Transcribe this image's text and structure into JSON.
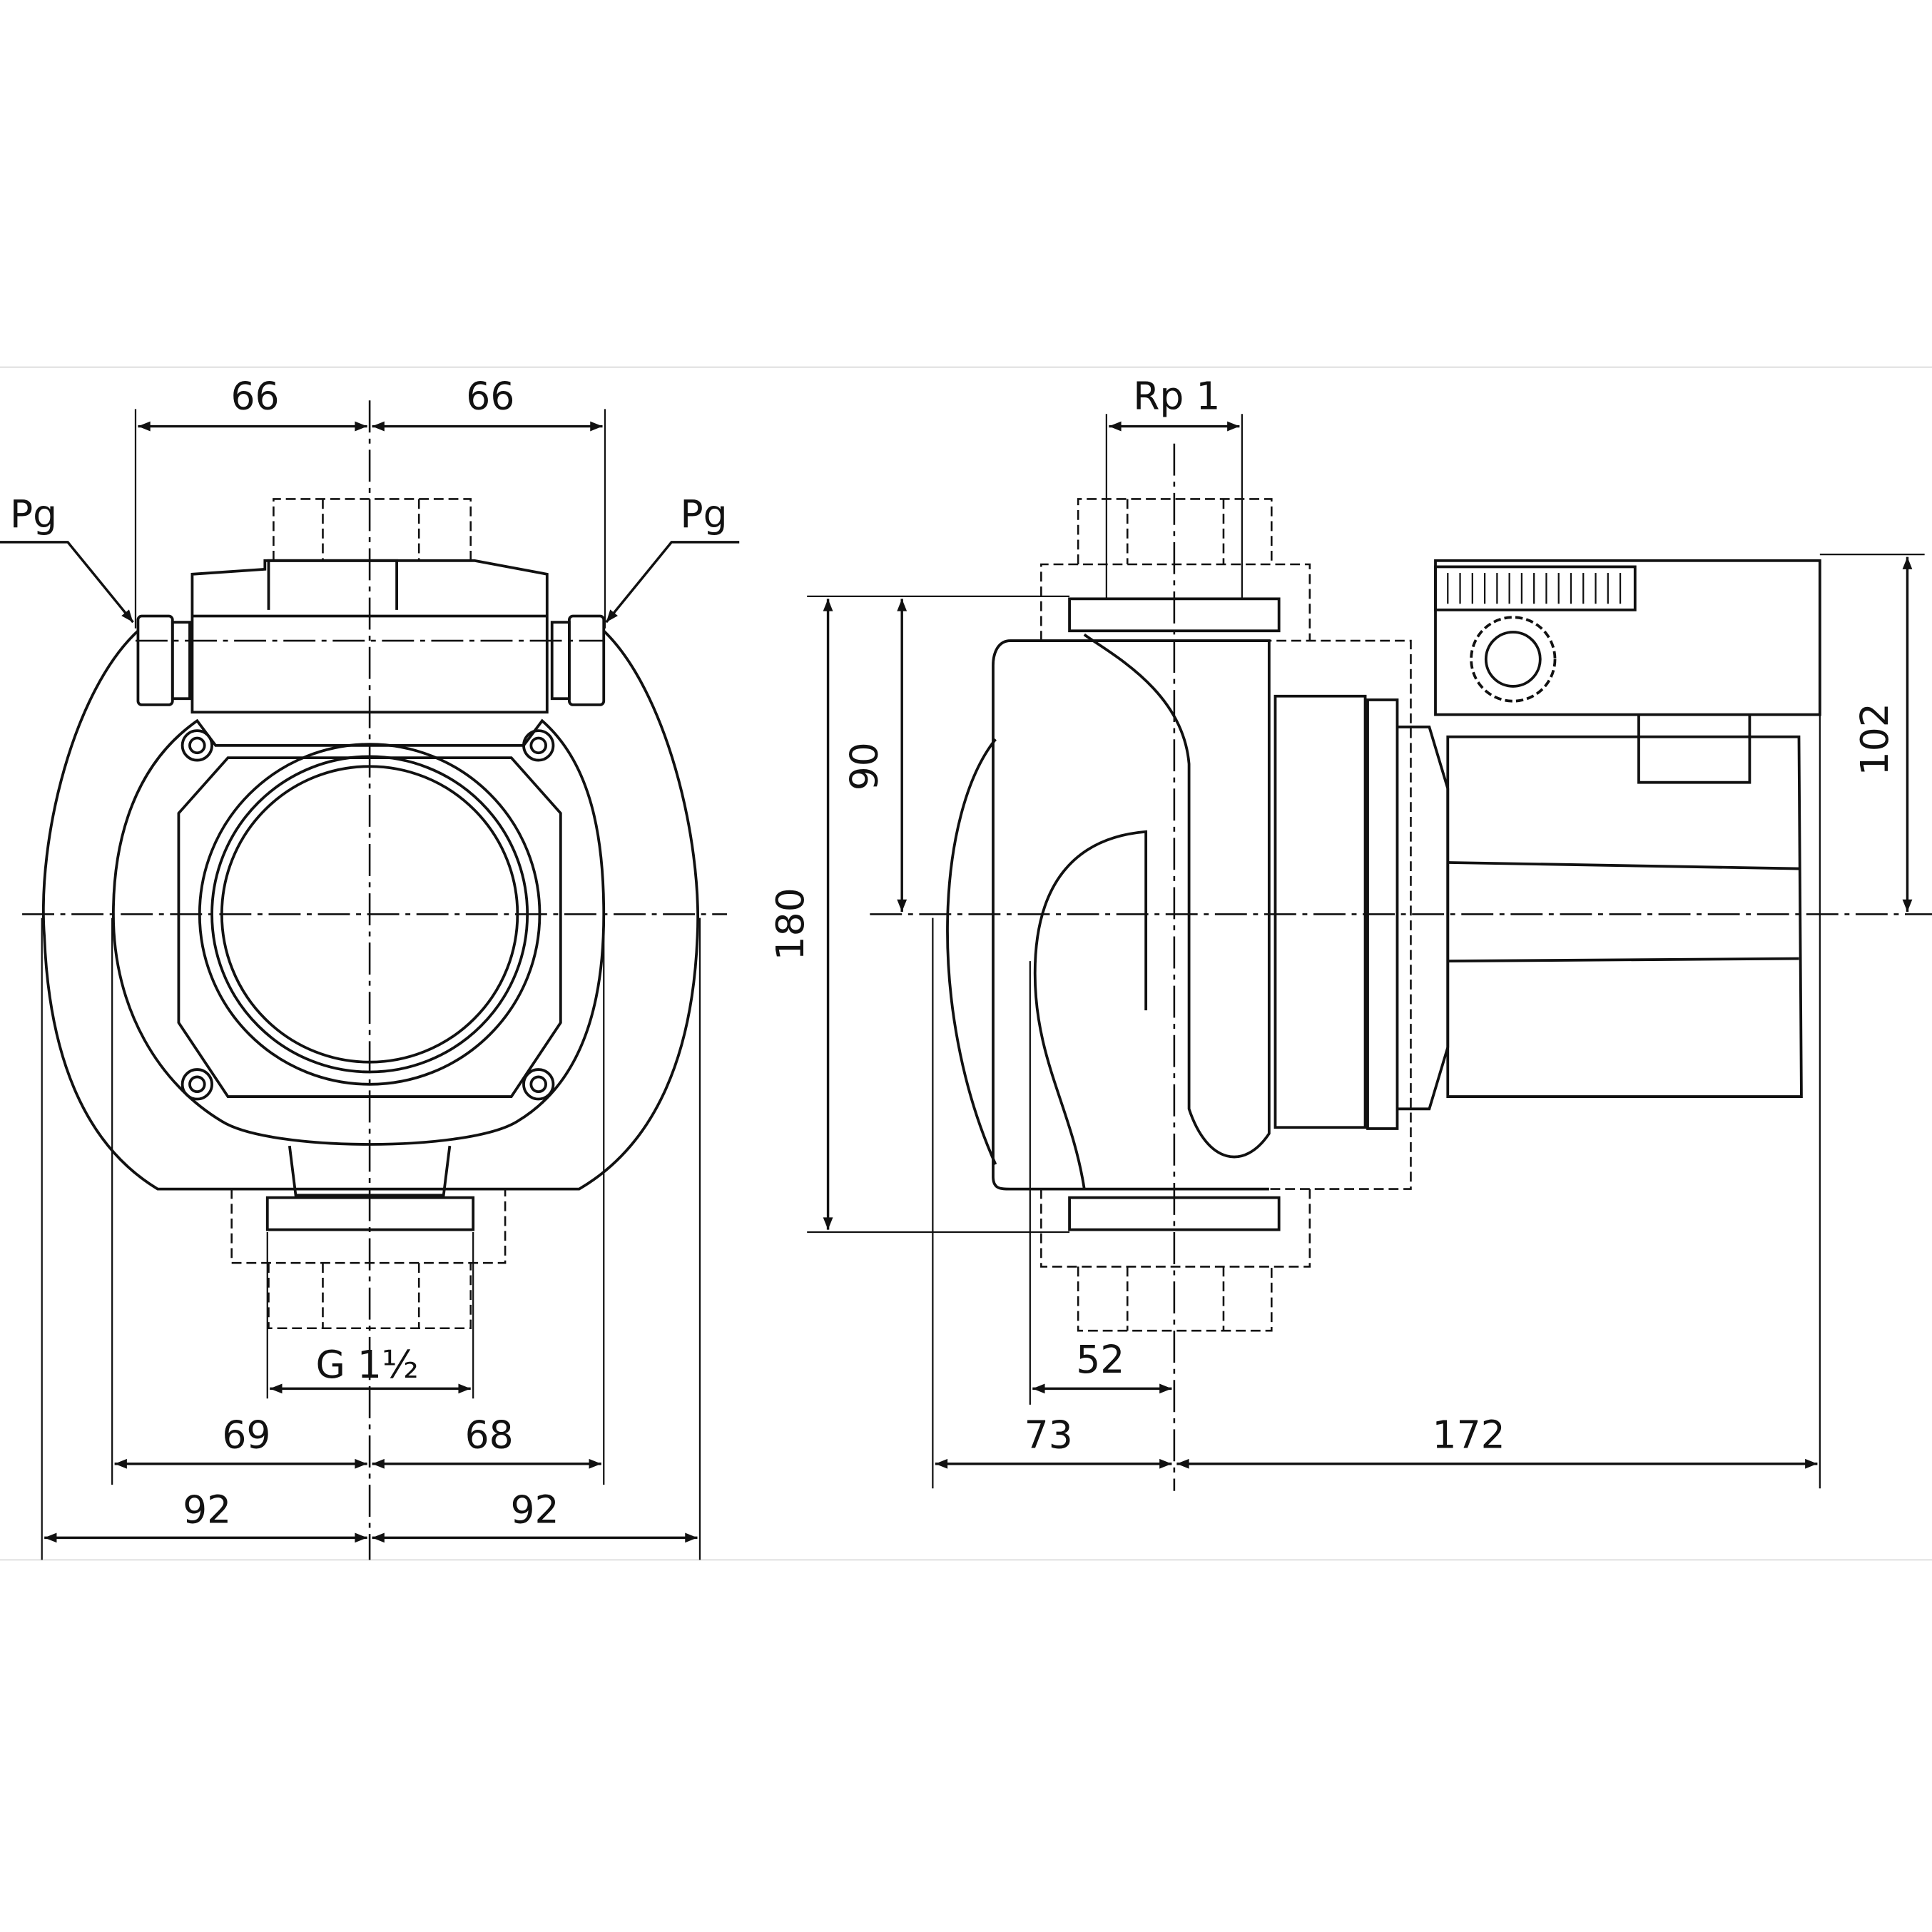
{
  "front_view": {
    "labels": {
      "pg_left": "Pg",
      "pg_right": "Pg",
      "top_left": "66",
      "top_right": "66",
      "thread": "G 1½",
      "inner_left": "69",
      "inner_right": "68",
      "outer_left": "92",
      "outer_right": "92"
    }
  },
  "side_view": {
    "labels": {
      "port": "Rp 1",
      "height_total": "180",
      "height_half": "90",
      "motor_height": "102",
      "flange_offset": "52",
      "left_depth": "73",
      "right_depth": "172"
    }
  }
}
